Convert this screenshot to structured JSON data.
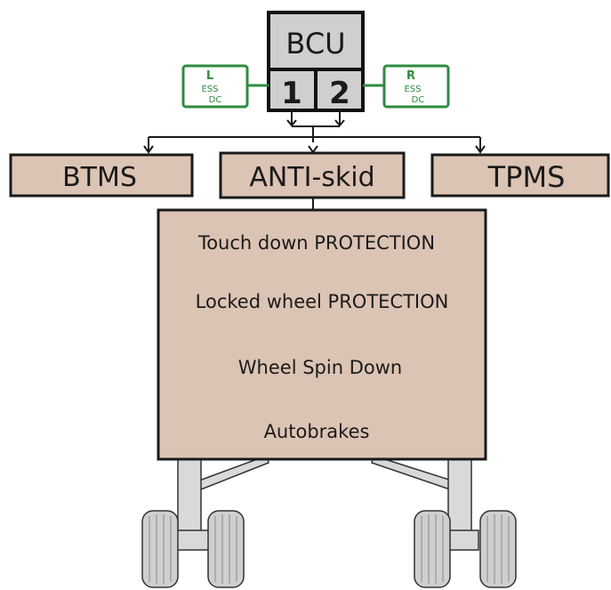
{
  "bcu": {
    "title": "BCU",
    "channel_1": "1",
    "channel_2": "2"
  },
  "ess_dc": {
    "left": {
      "side": "L",
      "line1": "ESS",
      "line2": "DC"
    },
    "right": {
      "side": "R",
      "line1": "ESS",
      "line2": "DC"
    }
  },
  "systems": {
    "btms": "BTMS",
    "antiskid": "ANTI-skid",
    "tpms": "TPMS"
  },
  "functions": [
    "Touch down PROTECTION",
    "Locked wheel PROTECTION",
    "Wheel Spin Down",
    "Autobrakes"
  ],
  "colors": {
    "box_fill": "#dcc4b4",
    "bcu_fill": "#cfcfcf",
    "ess_accent": "#2e8b3e",
    "outline": "#1a1a1a"
  }
}
